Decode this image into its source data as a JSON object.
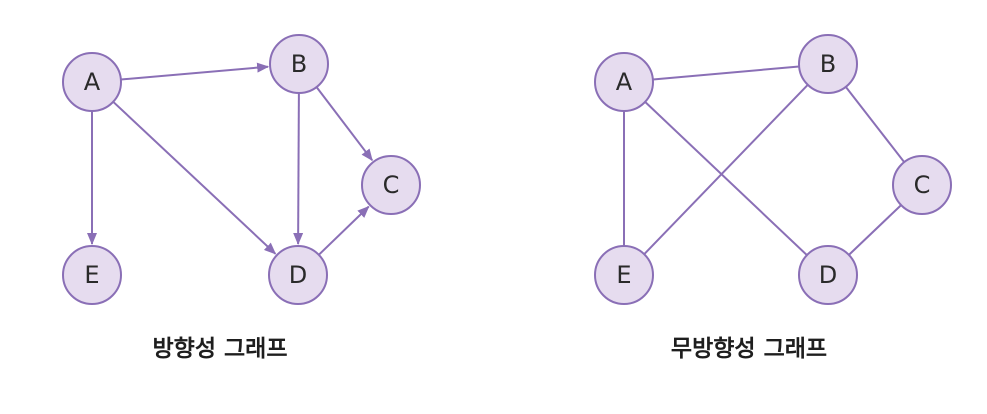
{
  "colors": {
    "node_fill": "#e6dcef",
    "node_stroke": "#8a6fb6",
    "edge": "#8a6fb6",
    "text": "#2a2a2a"
  },
  "graphs": [
    {
      "caption": "방향성 그래프",
      "directed": true,
      "nodes": [
        "A",
        "B",
        "C",
        "D",
        "E"
      ],
      "edges": [
        [
          "A",
          "B"
        ],
        [
          "A",
          "E"
        ],
        [
          "A",
          "D"
        ],
        [
          "B",
          "D"
        ],
        [
          "B",
          "C"
        ],
        [
          "D",
          "C"
        ]
      ]
    },
    {
      "caption": "무방향성 그래프",
      "directed": false,
      "nodes": [
        "A",
        "B",
        "C",
        "D",
        "E"
      ],
      "edges": [
        [
          "A",
          "B"
        ],
        [
          "A",
          "E"
        ],
        [
          "A",
          "D"
        ],
        [
          "B",
          "E"
        ],
        [
          "B",
          "C"
        ],
        [
          "C",
          "D"
        ]
      ]
    }
  ]
}
